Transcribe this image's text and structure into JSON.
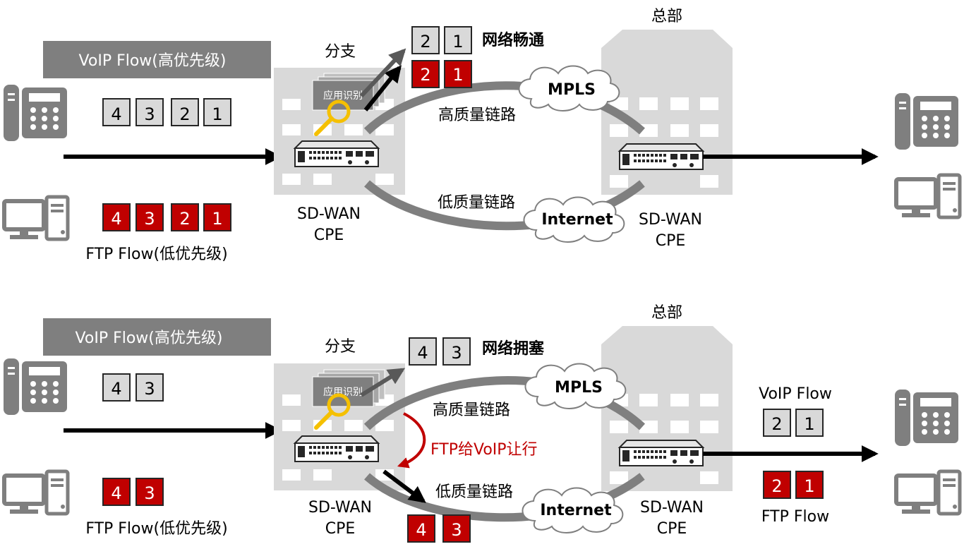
{
  "top": {
    "voip_label": "VoIP Flow(高优先级)",
    "ftp_label": "FTP Flow(低优先级)",
    "voip_packets": [
      "4",
      "3",
      "2",
      "1"
    ],
    "ftp_packets": [
      "4",
      "3",
      "2",
      "1"
    ],
    "branch_label": "分支",
    "app_recognition": "应用识别",
    "hq_label": "总部",
    "mpls_label": "MPLS",
    "internet_label": "Internet",
    "high_link": "高质量链路",
    "low_link": "低质量链路",
    "status": "网络畅通",
    "status_grey": [
      "2",
      "1"
    ],
    "status_red": [
      "2",
      "1"
    ],
    "cpe_left_1": "SD-WAN",
    "cpe_left_2": "CPE",
    "cpe_right_1": "SD-WAN",
    "cpe_right_2": "CPE"
  },
  "bottom": {
    "voip_label": "VoIP Flow(高优先级)",
    "ftp_label": "FTP Flow(低优先级)",
    "voip_packets": [
      "4",
      "3"
    ],
    "ftp_packets": [
      "4",
      "3"
    ],
    "branch_label": "分支",
    "app_recognition": "应用识别",
    "hq_label": "总部",
    "mpls_label": "MPLS",
    "internet_label": "Internet",
    "high_link": "高质量链路",
    "low_link": "低质量链路",
    "status": "网络拥塞",
    "status_grey": [
      "4",
      "3"
    ],
    "low_red": [
      "4",
      "3"
    ],
    "yield_note": "FTP给VoIP让行",
    "out_voip_label": "VoIP Flow",
    "out_ftp_label": "FTP Flow",
    "out_voip_packets": [
      "2",
      "1"
    ],
    "out_ftp_packets": [
      "2",
      "1"
    ],
    "cpe_left_1": "SD-WAN",
    "cpe_left_2": "CPE",
    "cpe_right_1": "SD-WAN",
    "cpe_right_2": "CPE"
  },
  "colors": {
    "red": "#c00000",
    "packet_grey": "#d9d9d9",
    "banner_grey": "#7f7f7f",
    "link_grey": "#7f7f7f",
    "building": "#d9d9d9",
    "lens": "#f5c000",
    "note_red": "#c00000"
  }
}
